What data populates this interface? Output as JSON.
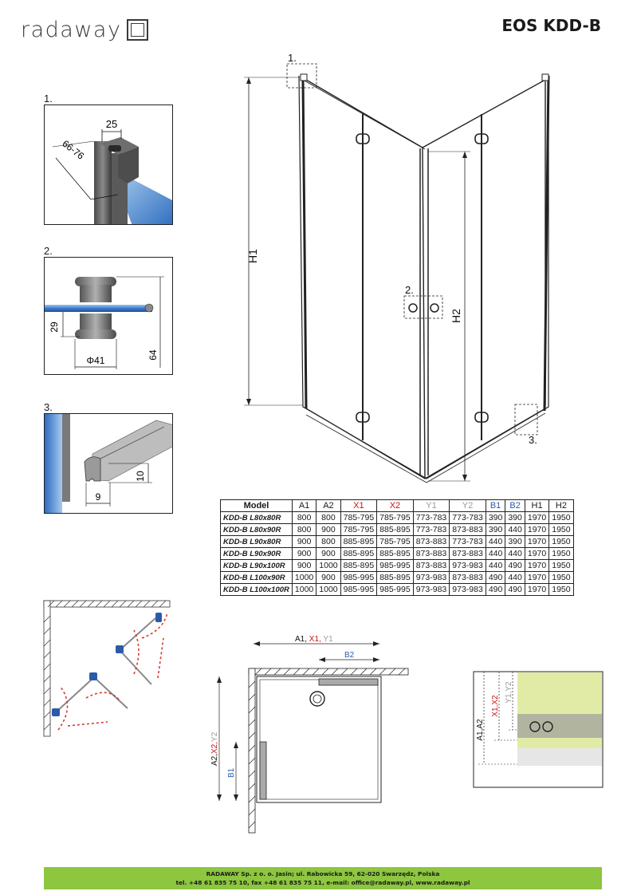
{
  "header": {
    "logo_text": "radaway",
    "model_title": "EOS KDD-B"
  },
  "details": {
    "d1": {
      "label": "1.",
      "dim_top": "25",
      "dim_side": "66-76"
    },
    "d2": {
      "label": "2.",
      "dim_h_small": "29",
      "dim_diameter": "Φ41",
      "dim_h_total": "64"
    },
    "d3": {
      "label": "3.",
      "dim_h": "10",
      "dim_w": "9"
    }
  },
  "main_drawing": {
    "callout_1": "1.",
    "callout_2": "2.",
    "callout_3": "3.",
    "dim_h1": "H1",
    "dim_h2": "H2"
  },
  "table": {
    "headers": [
      "Model",
      "A1",
      "A2",
      "X1",
      "X2",
      "Y1",
      "Y2",
      "B1",
      "B2",
      "H1",
      "H2"
    ],
    "rows": [
      [
        "KDD-B L80x80R",
        "800",
        "800",
        "785-795",
        "785-795",
        "773-783",
        "773-783",
        "390",
        "390",
        "1970",
        "1950"
      ],
      [
        "KDD-B L80x90R",
        "800",
        "900",
        "785-795",
        "885-895",
        "773-783",
        "873-883",
        "390",
        "440",
        "1970",
        "1950"
      ],
      [
        "KDD-B L90x80R",
        "900",
        "800",
        "885-895",
        "785-795",
        "873-883",
        "773-783",
        "440",
        "390",
        "1970",
        "1950"
      ],
      [
        "KDD-B L90x90R",
        "900",
        "900",
        "885-895",
        "885-895",
        "873-883",
        "873-883",
        "440",
        "440",
        "1970",
        "1950"
      ],
      [
        "KDD-B L90x100R",
        "900",
        "1000",
        "885-895",
        "985-995",
        "873-883",
        "973-983",
        "440",
        "490",
        "1970",
        "1950"
      ],
      [
        "KDD-B L100x90R",
        "1000",
        "900",
        "985-995",
        "885-895",
        "973-983",
        "873-883",
        "490",
        "440",
        "1970",
        "1950"
      ],
      [
        "KDD-B L100x100R",
        "1000",
        "1000",
        "985-995",
        "985-995",
        "973-983",
        "973-983",
        "490",
        "490",
        "1970",
        "1950"
      ]
    ],
    "colors": {
      "x": "#d01010",
      "y": "#9a9a9a",
      "b": "#2b5ba8"
    }
  },
  "plan_view": {
    "top_dim_a1": "A1,",
    "top_dim_x1": " X1,",
    "top_dim_y1": " Y1",
    "top_dim_b2": "B2",
    "left_dim_a2": "A2,",
    "left_dim_x2": "X2,",
    "left_dim_y2": "Y2",
    "left_dim_b1": "B1"
  },
  "side_detail": {
    "dim_a": "A1,A2",
    "dim_x": "X1,X2",
    "dim_y": "Y1,Y2",
    "panel_color": "#e2eba6"
  },
  "footer": {
    "line1": "RADAWAY Sp. z o. o. Jasin; ul. Rabowicka 59, 62-020 Swarzędz, Polska",
    "line2": "tel. +48 61 835 75 10, fax +48 61 835 75 11, e-mail: office@radaway.pl, www.radaway.pl",
    "color": "#8dc63f"
  }
}
